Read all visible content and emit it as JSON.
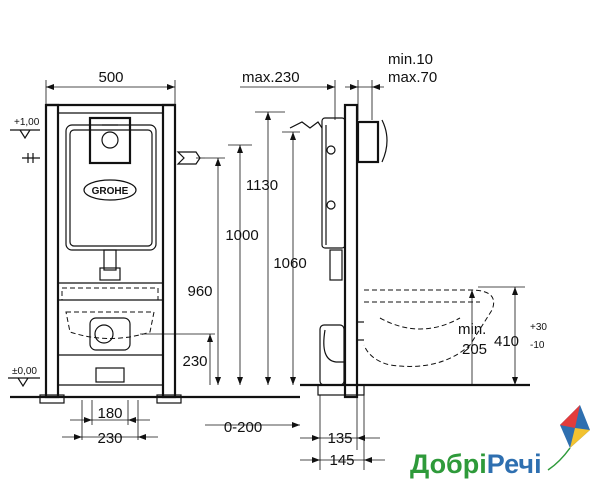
{
  "dimensions": {
    "width_500": "500",
    "h_1130": "1130",
    "h_1000": "1000",
    "h_960": "960",
    "h_1060": "1060",
    "h_230": "230",
    "w_180": "180",
    "w_230": "230",
    "range_0_200": "0-200",
    "max_230": "max.230",
    "min_10": "min.10",
    "max_70": "max.70",
    "w_135": "135",
    "w_145": "145",
    "min_205_a": "min.",
    "min_205_b": "205",
    "h_410": "410",
    "tol_plus": "+30",
    "tol_minus": "-10",
    "level_top": "+1,00",
    "level_zero": "±0,00"
  },
  "logo": {
    "name": "GROHE"
  },
  "watermark": {
    "part1": "Добрі",
    "part2": "Речі",
    "color_green": "#2e9a3a",
    "color_blue": "#2e6fb0"
  }
}
